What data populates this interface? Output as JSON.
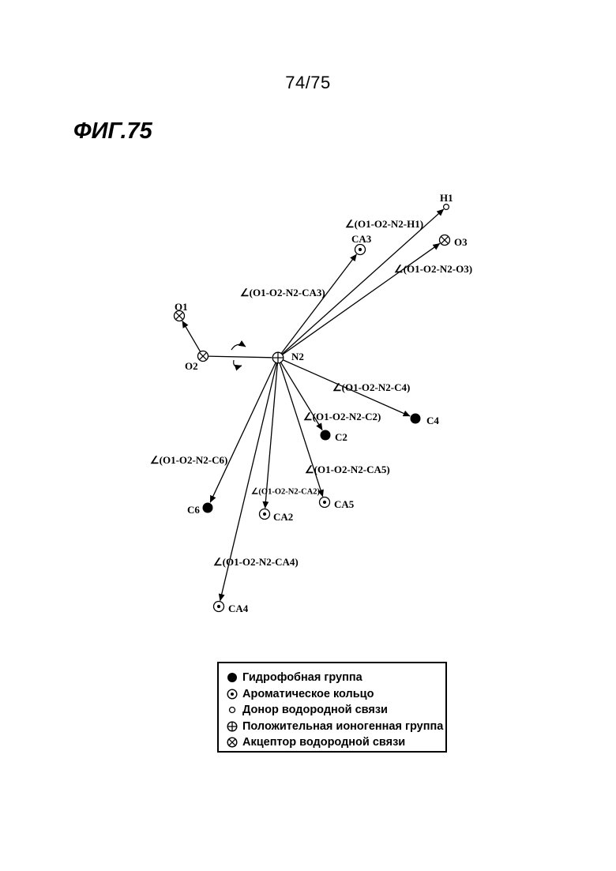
{
  "page": {
    "number": "74/75",
    "figure_title": "ФИГ.75"
  },
  "nodes": [
    {
      "id": "O1",
      "label": "O1",
      "symbol": "acceptor"
    },
    {
      "id": "O2",
      "label": "O2",
      "symbol": "acceptor"
    },
    {
      "id": "N2",
      "label": "N2",
      "symbol": "positive-ion"
    },
    {
      "id": "H1",
      "label": "H1",
      "symbol": "donor"
    },
    {
      "id": "O3",
      "label": "O3",
      "symbol": "acceptor"
    },
    {
      "id": "CA3",
      "label": "CA3",
      "symbol": "aromatic"
    },
    {
      "id": "C4",
      "label": "C4",
      "symbol": "hydrophobic"
    },
    {
      "id": "C2",
      "label": "C2",
      "symbol": "hydrophobic"
    },
    {
      "id": "CA5",
      "label": "CA5",
      "symbol": "aromatic"
    },
    {
      "id": "CA2",
      "label": "CA2",
      "symbol": "aromatic"
    },
    {
      "id": "C6",
      "label": "C6",
      "symbol": "hydrophobic"
    },
    {
      "id": "CA4",
      "label": "CA4",
      "symbol": "aromatic"
    }
  ],
  "edges": [
    {
      "from": "O2",
      "to": "O1",
      "arrow": true
    },
    {
      "from": "O2",
      "to": "N2",
      "arrow": false
    },
    {
      "from": "N2",
      "to": "H1",
      "arrow": true
    },
    {
      "from": "N2",
      "to": "O3",
      "arrow": true
    },
    {
      "from": "N2",
      "to": "CA3",
      "arrow": true
    },
    {
      "from": "N2",
      "to": "C4",
      "arrow": true
    },
    {
      "from": "N2",
      "to": "C2",
      "arrow": true
    },
    {
      "from": "N2",
      "to": "CA5",
      "arrow": true
    },
    {
      "from": "N2",
      "to": "CA2",
      "arrow": true
    },
    {
      "from": "N2",
      "to": "C6",
      "arrow": true
    },
    {
      "from": "N2",
      "to": "CA4",
      "arrow": true
    }
  ],
  "angle_labels": [
    {
      "id": "h1",
      "text": "∠(O1-O2-N2-H1)"
    },
    {
      "id": "o3",
      "text": "∠(O1-O2-N2-O3)"
    },
    {
      "id": "ca3",
      "text": "∠(O1-O2-N2-CA3)"
    },
    {
      "id": "c4",
      "text": "∠(O1-O2-N2-C4)"
    },
    {
      "id": "c2",
      "text": "∠(O1-O2-N2-C2)"
    },
    {
      "id": "ca5",
      "text": "∠(O1-O2-N2-CA5)"
    },
    {
      "id": "ca2",
      "text": "∠(O1-O2-N2-CA2)"
    },
    {
      "id": "c6",
      "text": "∠(O1-O2-N2-C6)"
    },
    {
      "id": "ca4",
      "text": "∠(O1-O2-N2-CA4)"
    }
  ],
  "legend": {
    "items": [
      {
        "symbol": "hydrophobic",
        "label": "Гидрофобная группа"
      },
      {
        "symbol": "aromatic",
        "label": "Ароматическое кольцо"
      },
      {
        "symbol": "donor",
        "label": "Донор водородной связи"
      },
      {
        "symbol": "positive-ion",
        "label": "Положительная ионогенная группа"
      },
      {
        "symbol": "acceptor",
        "label": "Акцептор водородной связи"
      }
    ]
  }
}
